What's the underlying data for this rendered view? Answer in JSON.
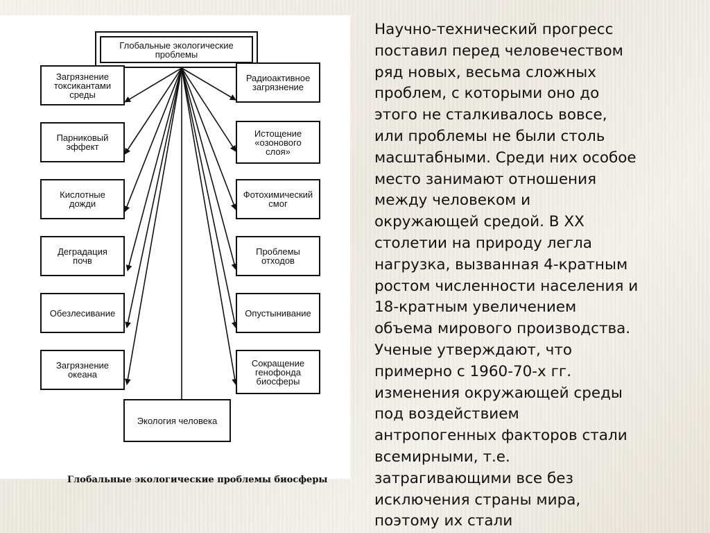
{
  "diagram": {
    "root": "Глобальные экологические\nпроблемы",
    "left": [
      "Загрязнение\nтоксикантами\nсреды",
      "Парниковый\nэффект",
      "Кислотные\nдожди",
      "Деградация\nпочв",
      "Обезлесивание",
      "Загрязнение\nокеана"
    ],
    "right": [
      "Радиоактивное\nзагрязнение",
      "Истощение\n«озонового\nслоя»",
      "Фотохимический\nсмог",
      "Проблемы\nотходов",
      "Опустынивание",
      "Сокращение\nгенофонда\nбиосферы"
    ],
    "bottom": "Экология человека",
    "caption": "Глобальные экологические проблемы биосферы"
  },
  "text": [
    "Научно-технический прогресс",
    "поставил перед человечеством",
    "ряд новых, весьма сложных",
    "проблем, с которыми оно до",
    "этого не сталкивалось вовсе,",
    "или проблемы не были столь",
    "масштабными. Среди них особое",
    "место занимают отношения",
    "между человеком и",
    "окружающей средой. В XX",
    "столетии на природу легла",
    "нагрузка, вызванная 4-кратным",
    "ростом численности населения и",
    "18-кратным увеличением",
    "объема мирового производства.",
    "Ученые утверждают, что",
    "примерно с 1960-70-х гг.",
    "изменения окружающей среды",
    "под воздействием",
    "антропогенных факторов стали",
    "всемирными, т.е.",
    "затрагивающими все без",
    "исключения страны мира,",
    "поэтому их стали"
  ]
}
